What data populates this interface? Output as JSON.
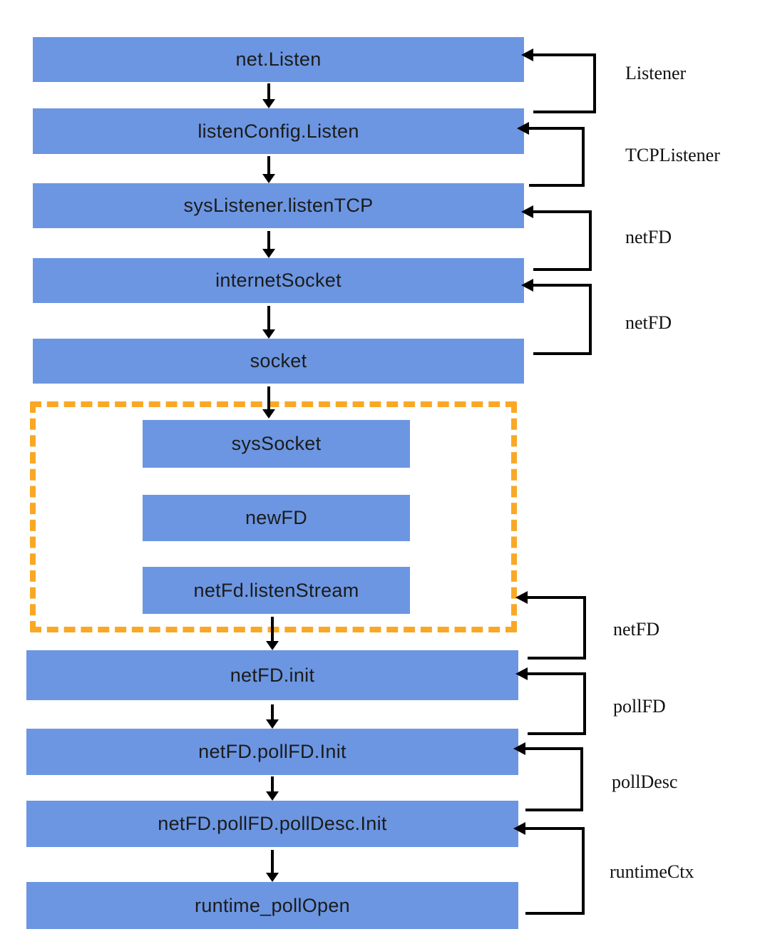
{
  "colors": {
    "node_fill": "#6C96E2",
    "node_text": "#1b1b1b",
    "dashed_outline": "#F9A826",
    "connector": "#000000",
    "background": "#ffffff"
  },
  "flow_steps": [
    "net.Listen",
    "listenConfig.Listen",
    "sysListener.listenTCP",
    "internetSocket",
    "socket"
  ],
  "dashed_group_steps": [
    "sysSocket",
    "newFD",
    "netFd.listenStream"
  ],
  "lower_flow_steps": [
    "netFD.init",
    "netFD.pollFD.Init",
    "netFD.pollFD.pollDesc.Init",
    "runtime_pollOpen"
  ],
  "return_labels": [
    "Listener",
    "TCPListener",
    "netFD",
    "netFD",
    "netFD",
    "pollFD",
    "pollDesc",
    "runtimeCtx"
  ]
}
